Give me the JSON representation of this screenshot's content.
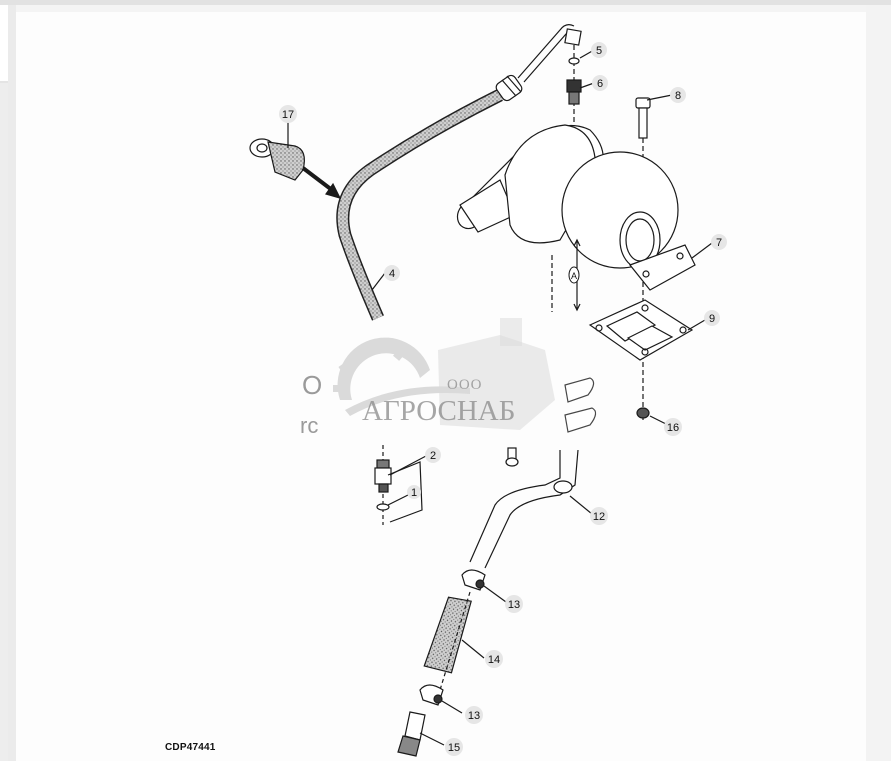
{
  "diagram": {
    "figure_id": "CDP47441",
    "dimension_label": "A",
    "callouts": [
      {
        "id": "c1",
        "label": "1"
      },
      {
        "id": "c2",
        "label": "2"
      },
      {
        "id": "c4",
        "label": "4"
      },
      {
        "id": "c5",
        "label": "5"
      },
      {
        "id": "c6",
        "label": "6"
      },
      {
        "id": "c7",
        "label": "7"
      },
      {
        "id": "c8",
        "label": "8"
      },
      {
        "id": "c9",
        "label": "9"
      },
      {
        "id": "c12",
        "label": "12"
      },
      {
        "id": "c13a",
        "label": "13"
      },
      {
        "id": "c13b",
        "label": "13"
      },
      {
        "id": "c14",
        "label": "14"
      },
      {
        "id": "c15",
        "label": "15"
      },
      {
        "id": "c16",
        "label": "16"
      },
      {
        "id": "c17",
        "label": "17"
      }
    ]
  },
  "watermark": {
    "prefix": "ООО",
    "brand": "АГРОСНАБ",
    "fragment_top": "O",
    "fragment_bottom": "rc"
  },
  "colors": {
    "line": "#1a1a1a",
    "callout_bg": "#e6e6e6",
    "watermark": "#9a9a9a",
    "page_bg": "#fdfdfd",
    "chrome_bg": "#ededed"
  }
}
